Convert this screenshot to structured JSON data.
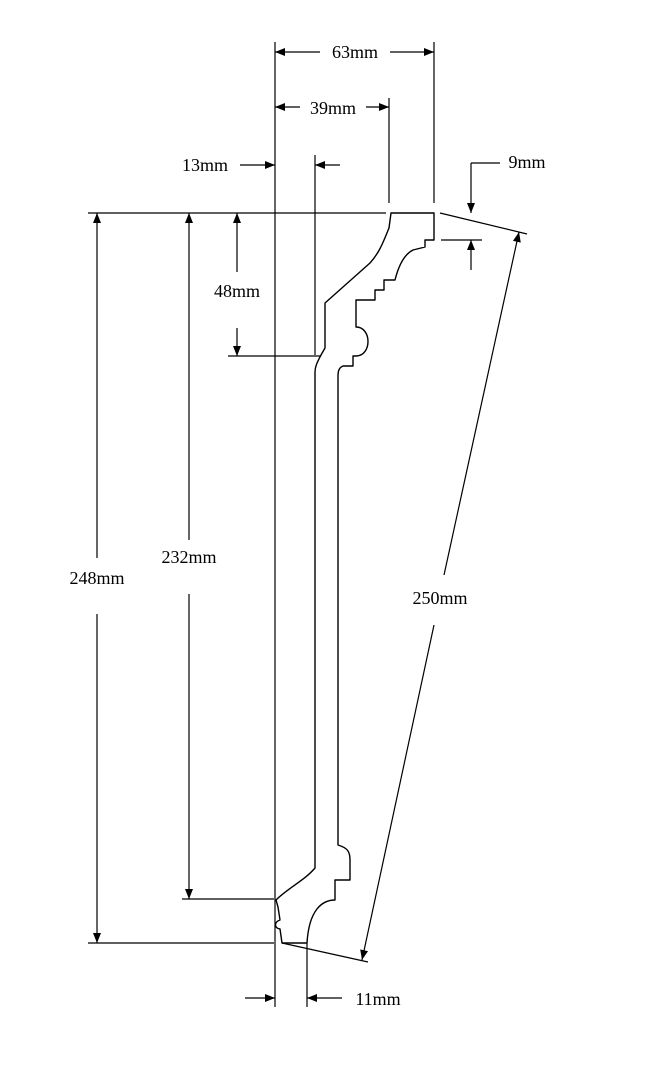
{
  "diagram": {
    "dimensions": {
      "width_total": "63mm",
      "width_upper": "39mm",
      "offset_top": "13mm",
      "return_top": "9mm",
      "drop_upper": "48mm",
      "height_inner": "232mm",
      "height_total": "248mm",
      "diagonal": "250mm",
      "return_bottom": "11mm"
    }
  }
}
